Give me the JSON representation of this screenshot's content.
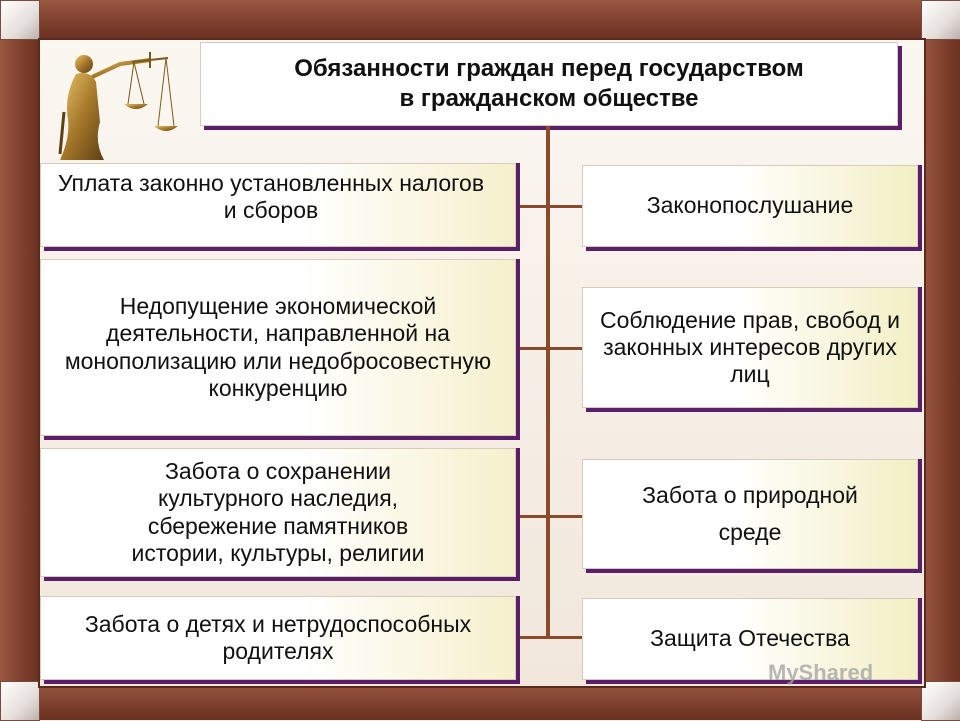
{
  "title": {
    "line1": "Обязанности граждан перед государством",
    "line2": "в гражданском обществе"
  },
  "left_items": [
    {
      "text": "Уплата законно установленных налогов и сборов"
    },
    {
      "text": "Недопущение экономической деятельности, направленной на монополизацию или недобросовестную конкуренцию"
    },
    {
      "text": "Забота о сохранении культурного наследия, сбережение памятников истории, культуры, религии"
    },
    {
      "text": "Забота о детях и нетрудоспособных родителях"
    }
  ],
  "right_items": [
    {
      "text": "Законопослушание"
    },
    {
      "text": "Соблюдение прав, свобод и законных интересов других лиц"
    },
    {
      "text": "Забота о природной среде"
    },
    {
      "text": "Защита Отечества"
    }
  ],
  "watermark": "MyShared",
  "colors": {
    "frame": "#6d3424",
    "box_shadow": "#5b1f6a",
    "connector": "#8a4b2c",
    "box_tint": "#f3efc4"
  },
  "icons": {
    "themis": "justice-statue-icon"
  }
}
